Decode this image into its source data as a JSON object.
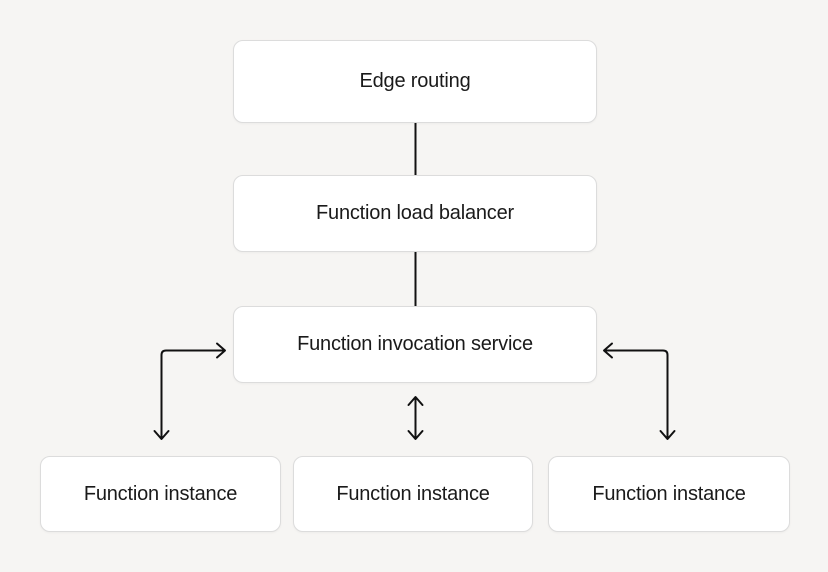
{
  "theme": {
    "background": "#f6f5f3",
    "node_fill": "#ffffff",
    "node_border": "#dcdcdc",
    "text": "#1a1a1a",
    "arrow": "#111111"
  },
  "diagram": {
    "type": "flowchart",
    "nodes": [
      {
        "id": "edge-routing",
        "label": "Edge routing"
      },
      {
        "id": "function-load-balancer",
        "label": "Function load balancer"
      },
      {
        "id": "function-invocation-service",
        "label": "Function invocation service"
      },
      {
        "id": "function-instance-1",
        "label": "Function instance"
      },
      {
        "id": "function-instance-2",
        "label": "Function instance"
      },
      {
        "id": "function-instance-3",
        "label": "Function instance"
      }
    ],
    "edges": [
      {
        "from": "edge-routing",
        "to": "function-load-balancer",
        "style": "plain-line"
      },
      {
        "from": "function-load-balancer",
        "to": "function-invocation-service",
        "style": "plain-line"
      },
      {
        "from": "function-invocation-service",
        "to": "function-instance-1",
        "style": "elbow-double-arrow"
      },
      {
        "from": "function-invocation-service",
        "to": "function-instance-2",
        "style": "straight-double-arrow"
      },
      {
        "from": "function-invocation-service",
        "to": "function-instance-3",
        "style": "elbow-double-arrow"
      }
    ]
  }
}
